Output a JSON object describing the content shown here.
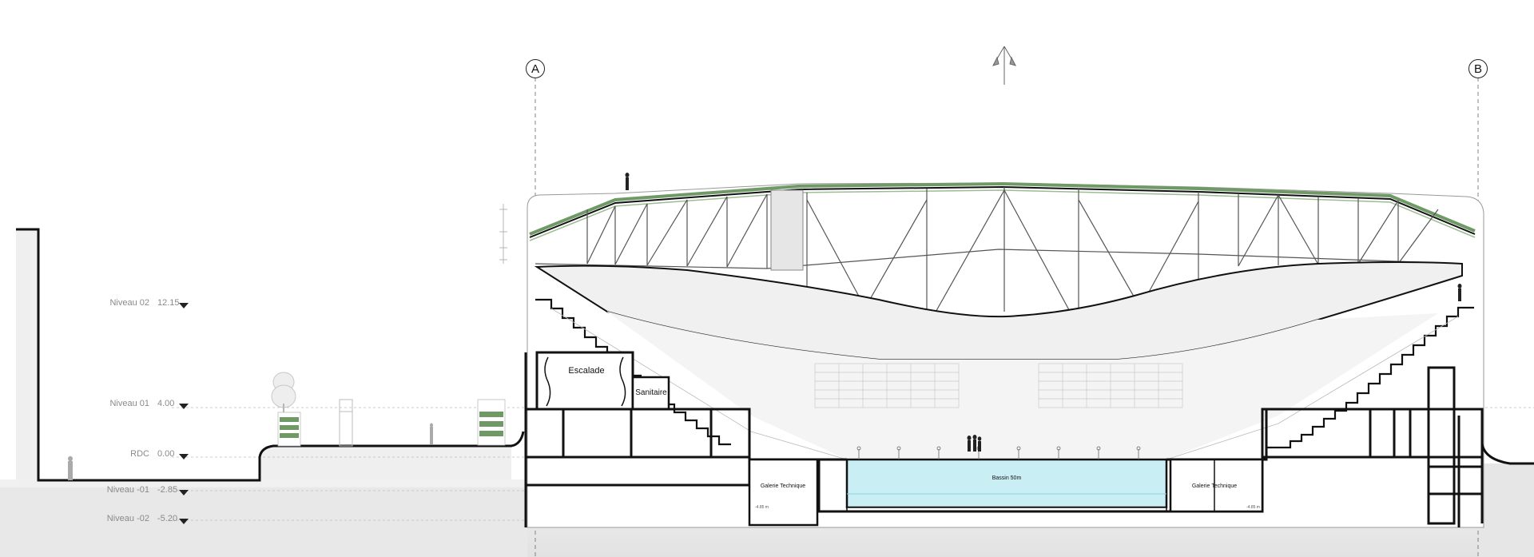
{
  "grid_markers": [
    {
      "id": "a",
      "label": "A"
    },
    {
      "id": "b",
      "label": "B"
    }
  ],
  "levels": [
    {
      "name": "Niveau 02",
      "elevation": "12.15"
    },
    {
      "name": "Niveau 01",
      "elevation": "4.00"
    },
    {
      "name": "RDC",
      "elevation": "0.00"
    },
    {
      "name": "Niveau -01",
      "elevation": "-2.85"
    },
    {
      "name": "Niveau -02",
      "elevation": "-5.20"
    }
  ],
  "rooms": {
    "climbing": "Escalade",
    "sanitary": "Sanitaire",
    "gallery_left": "Galerie Technique",
    "gallery_right": "Galerie Technique",
    "pool": "Bassin 50m"
  },
  "colors": {
    "pool_water": "#c9eef3",
    "green_roof": "#6f9a66",
    "ground_shade": "#e9e9e9",
    "line": "#111111"
  }
}
